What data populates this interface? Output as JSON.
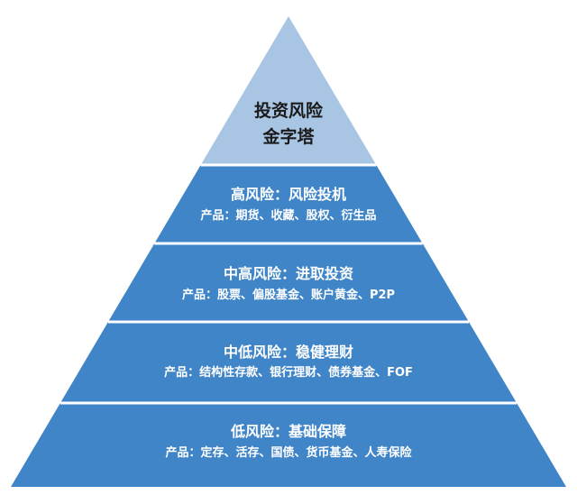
{
  "pyramid": {
    "apex": {
      "line1": "投资风险",
      "line2": "金字塔",
      "color": "#a9c5e4"
    },
    "tiers": [
      {
        "title": "高风险：风险投机",
        "products": "产品：期货、收藏、股权、衍生品",
        "color": "#3f85c8"
      },
      {
        "title": "中高风险：进取投资",
        "products": "产品：股票、偏股基金、账户黄金、P2P",
        "color": "#3f85c8"
      },
      {
        "title": "中低风险：稳健理财",
        "products": "产品：结构性存款、银行理财、债券基金、FOF",
        "color": "#3f85c8"
      },
      {
        "title": "低风险：基础保障",
        "products": "产品：定存、活存、国债、货币基金、人寿保险",
        "color": "#3f85c8"
      }
    ],
    "divider_color": "#ffffff"
  }
}
